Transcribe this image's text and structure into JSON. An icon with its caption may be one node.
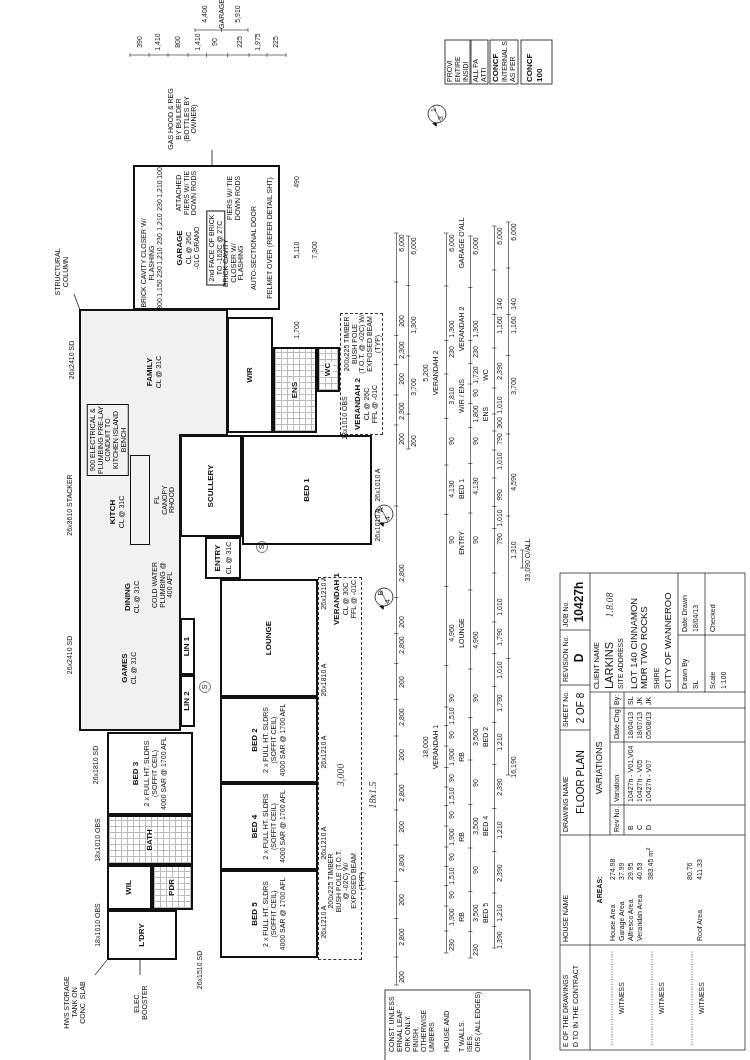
{
  "diagram": {
    "nodes": [
      {
        "text": [
          "GARAGE",
          "CL @ 26C",
          "-01C GRANO",
          "BRICK CAVITY CLOSER W/ FLASHING",
          "ATTACHED PIERS W/ TIE DOWN RODS",
          "2nd FACE OF BRICK TO -162C @ 27C",
          "BRICK CAVITY CLOSER W/ FLASHING",
          "PIERS W/ TIE DOWN RODS",
          "AUTO-SECTIONAL DOOR",
          "PELMET OVER (REFER DETAIL SHT)"
        ]
      },
      {
        "text": [
          "FAMILY",
          "CL @ 31C",
          "KITCH",
          "CL @ 31C",
          "DINING",
          "CL @ 31C",
          "GAMES",
          "CL @ 31C",
          "900 ELECTRICAL & PLUMBING PRE-LAY CONDUIT TO KITCHEN ISLAND BENCH",
          "FL CANOPY RHOOD",
          "COLD WATER PLUMBING @ 400 AFL"
        ]
      },
      {
        "text": [
          "WIR"
        ]
      },
      {
        "text": [
          "ENS"
        ]
      },
      {
        "text": [
          "WC"
        ]
      },
      {
        "text": [
          "VERANDAH 2",
          "CL @ 26C",
          "FFL @ -01C",
          "200x225 TIMBER BUSH POLE (T.O.T. @ -02C) W/ EXPOSED BEAM (TYP)"
        ]
      },
      {
        "text": [
          "SCULLERY"
        ]
      },
      {
        "text": [
          "BED 1"
        ]
      },
      {
        "text": [
          "ENTRY",
          "CL @ 31C"
        ]
      },
      {
        "text": [
          "LIN 1"
        ]
      },
      {
        "text": [
          "LIN 2"
        ]
      },
      {
        "text": [
          "LOUNGE"
        ]
      },
      {
        "text": [
          "BED 2",
          "2 x FULL HT. SLDRS (SOFFIT CEIL)",
          "4000 SAR @ 1700 AFL"
        ]
      },
      {
        "text": [
          "BED 4",
          "2 x FULL HT. SLDRS (SOFFIT CEIL)",
          "4000 SAR @ 1700 AFL"
        ]
      },
      {
        "text": [
          "BED 5",
          "2 x FULL HT. SLDRS (SOFFIT CEIL)",
          "4000 SAR @ 1700 AFL"
        ]
      },
      {
        "text": [
          "BED 3",
          "2 x FULL HT. SLDRS (SOFFIT CEIL)",
          "4000 SAR @ 1700 AFL"
        ]
      },
      {
        "text": [
          "BATH"
        ]
      },
      {
        "text": [
          "WIL"
        ]
      },
      {
        "text": [
          "PDR"
        ]
      },
      {
        "text": [
          "L'DRY"
        ]
      },
      {
        "text": [
          "VERANDAH 1",
          "CL @ 30C",
          "FFL @ -01C",
          "200x225 TIMBER BUSH POLE (T.O.T. @ -02C) W/ EXPOSED BEAM (TYP)"
        ]
      },
      {
        "text": [
          "STRUCTURAL COLUMN"
        ]
      },
      {
        "text": [
          "GAS HOOD & REG BY BUILDER (BOTTLES BY OWNER)"
        ]
      },
      {
        "text": [
          "HWS STORAGE TANK ON CONC. SLAB"
        ]
      },
      {
        "text": [
          "ELEC. BOOSTER"
        ]
      },
      {
        "text": [],
        "shape": "box",
        "in": 1
      }
    ],
    "edges": [
      {
        "from": 21,
        "to": 1,
        "arrow": "none"
      },
      {
        "from": 22,
        "to": 0,
        "arrow": "none"
      },
      {
        "from": 23,
        "to": 19,
        "arrow": "none"
      },
      {
        "from": 24,
        "to": 19,
        "arrow": "none"
      }
    ],
    "labels": [
      "390",
      "1,410",
      "800",
      "1,410",
      "90",
      "225",
      "1,975",
      "225",
      "4,400",
      "GARAGE",
      "5,910",
      "490",
      "5,110",
      "7,300",
      "1,700",
      "100",
      "1,210",
      "230",
      "1,210",
      "230",
      "1,210",
      "230",
      "1,150",
      "300",
      "26x2410 SD",
      "26x3610 STACKER",
      "26x2410 SD",
      "26x1810 SD",
      "18x1010 OBS",
      "18x1010 OBS",
      "26x1510 SD",
      "26x1210 A",
      "26x1810 A",
      "26x1210 A",
      "26x1210 A",
      "26x1210 A",
      "26x1010 A",
      "26x1010 A",
      "18x1010 OBS",
      "3,000",
      "18x1.5",
      "1",
      "3",
      "A",
      "4",
      "B",
      "4",
      "S",
      "S",
      "6,000",
      "200",
      "2,300",
      "200",
      "2,300",
      "200",
      "2,800",
      "200",
      "2,800",
      "200",
      "2,800",
      "200",
      "2,800",
      "200",
      "2,800",
      "200",
      "2,800",
      "200",
      "6,000",
      "1,300",
      "3,700",
      "200",
      "5,200",
      "VERANDAH 2",
      "18,000",
      "VERANDAH 1",
      "6,000",
      "GARAGE O'ALL",
      "1,300",
      "VERANDAH 2",
      "230",
      "3,810",
      "WIR / ENS",
      "90",
      "4,130",
      "BED 1",
      "90",
      "ENTRY",
      "4,960",
      "LOUNGE",
      "90",
      "1,510",
      "90",
      "1,900",
      "RB",
      "90",
      "1,510",
      "90",
      "1,900",
      "RB",
      "90",
      "1,510",
      "90",
      "1,900",
      "RB",
      "230",
      "6,000",
      "1,300",
      "230",
      "1,720",
      "WC",
      "90",
      "1,800",
      "ENS",
      "90",
      "4,130",
      "90",
      "4,960",
      "90",
      "3,500",
      "BED 2",
      "90",
      "3,500",
      "BED 4",
      "90",
      "3,500",
      "BED 5",
      "230",
      "6,000",
      "140",
      "1,160",
      "2,390",
      "1,010",
      "300",
      "790",
      "1,010",
      "990",
      "1,010",
      "790",
      "1,010",
      "1,790",
      "1,010",
      "1,790",
      "1,210",
      "2,390",
      "1,210",
      "2,390",
      "1,210",
      "1,390",
      "6,000",
      "140",
      "1,160",
      "3,700",
      "4,590",
      "1,310",
      "16,190",
      "33,090 O/ALL",
      "CONST. UNLESS",
      "ERNAL LEAF",
      "ORK ONLY.",
      "FINISH,",
      "OTHERWISE",
      "UMBERS",
      "HOUSE AND",
      "T WALLS.",
      "ISES,",
      "ORS (ALL EDGES)",
      "PROVI",
      "ENTIRE",
      "INSIDI",
      "ALL PA",
      "ATTI",
      "CONCF",
      "INTERNAL S",
      "AS PER",
      "CONCF",
      "100",
      "E OF THE DRAWINGS",
      "D TO IN THE CONTRACT",
      "WITNESS",
      "WITNESS",
      "WITNESS",
      "HOUSE NAME",
      "AREAS:",
      "House Area",
      "274.98",
      "Garage Area",
      "37.99",
      "Alfresco Area",
      "29.95",
      "Verandah Area",
      "40.53",
      "383.45 m$^{2}$",
      "Roof Area",
      "80.76",
      "411.33",
      "DRAWING NAME",
      "FLOOR PLAN",
      "VARIATIONS",
      "Rev No.",
      "Variation",
      "Date Chg",
      "By:",
      "B",
      "10427h - V01,V04",
      "18/04/13",
      "SL",
      "C",
      "10427h - V05",
      "18/07/13",
      "JK",
      "D",
      "10427h - V07",
      "05/08/13",
      "JK",
      "SHEET No.",
      "2 OF 8",
      "REVISION No.",
      "D",
      "JOB No.",
      "10427h",
      "CLIENT NAME",
      "LARKINS",
      "1.8.08",
      "SITE ADDRESS",
      "LOT 140 CINNAMON MDR TWO ROCKS",
      "SHIRE",
      "CITY OF WANNEROO",
      "Drawn By",
      "SL",
      "Date Drawn",
      "18/04/13",
      "Scale",
      "1:100",
      "Checked"
    ]
  }
}
